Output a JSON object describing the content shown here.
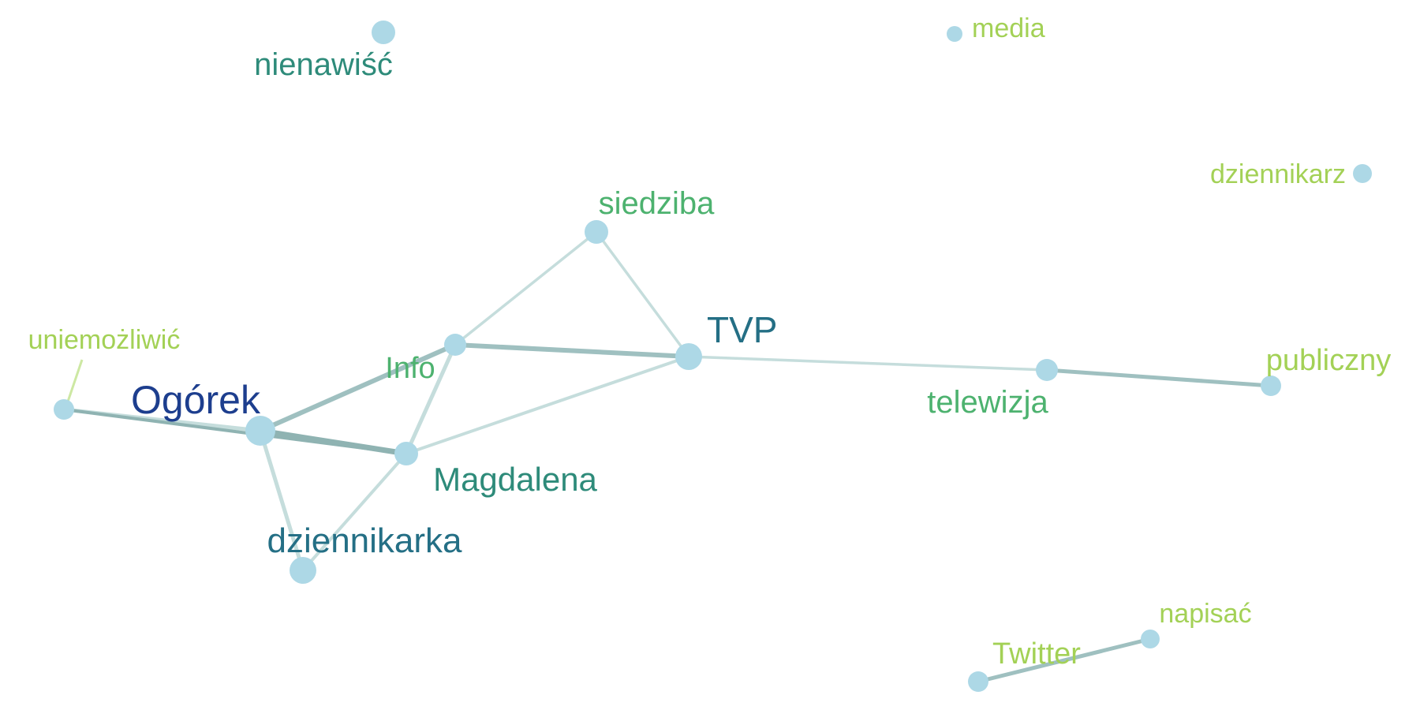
{
  "palette": {
    "node_fill": "#add8e6",
    "edge_light": "#c5dddc",
    "edge_mid": "#9fc0c0",
    "edge_dark": "#8fb3b2",
    "edge_lime": "#cde8a3",
    "label_navy": "#1d3e8e",
    "label_teal_dark": "#246f85",
    "label_teal": "#2e8b7a",
    "label_green": "#4db26f",
    "label_lime": "#a3d156"
  },
  "nodes": [
    {
      "id": "nienawisc",
      "label": "nienawiść"
    },
    {
      "id": "media",
      "label": "media"
    },
    {
      "id": "dziennikarz",
      "label": "dziennikarz"
    },
    {
      "id": "siedziba",
      "label": "siedziba"
    },
    {
      "id": "uniemozliwic",
      "label": "uniemożliwić"
    },
    {
      "id": "info",
      "label": "Info"
    },
    {
      "id": "tvp",
      "label": "TVP"
    },
    {
      "id": "publiczny",
      "label": "publiczny"
    },
    {
      "id": "ogorek",
      "label": "Ogórek"
    },
    {
      "id": "telewizja",
      "label": "telewizja"
    },
    {
      "id": "magdalena",
      "label": "Magdalena"
    },
    {
      "id": "dziennikarka",
      "label": "dziennikarka"
    },
    {
      "id": "napisac",
      "label": "napisać"
    },
    {
      "id": "twitter",
      "label": "Twitter"
    }
  ],
  "edges": [
    {
      "source": "info",
      "target": "siedziba"
    },
    {
      "source": "siedziba",
      "target": "tvp"
    },
    {
      "source": "info",
      "target": "tvp"
    },
    {
      "source": "ogorek",
      "target": "info"
    },
    {
      "source": "info",
      "target": "magdalena"
    },
    {
      "source": "magdalena",
      "target": "tvp"
    },
    {
      "source": "tvp",
      "target": "telewizja"
    },
    {
      "source": "telewizja",
      "target": "publiczny"
    },
    {
      "source": "uniemozliwic",
      "target": "ogorek"
    },
    {
      "source": "uniemozliwic",
      "target": "magdalena"
    },
    {
      "source": "ogorek",
      "target": "magdalena"
    },
    {
      "source": "ogorek",
      "target": "dziennikarka"
    },
    {
      "source": "magdalena",
      "target": "dziennikarka"
    },
    {
      "source": "twitter",
      "target": "napisac"
    }
  ]
}
